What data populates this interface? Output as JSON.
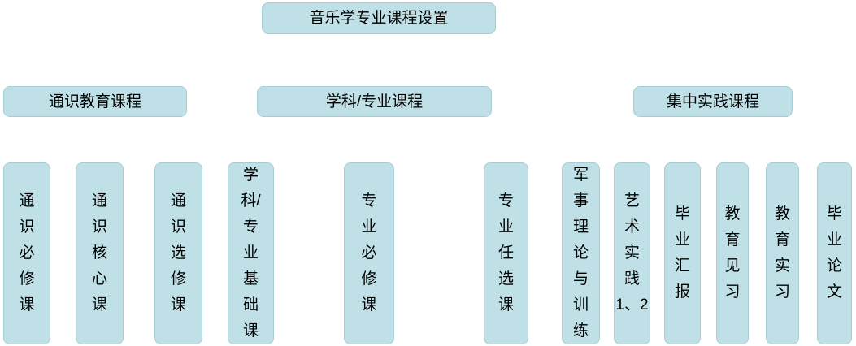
{
  "root": {
    "label": "音乐学专业课程设置"
  },
  "groups": [
    {
      "label": "通识教育课程"
    },
    {
      "label": "学科/专业课程"
    },
    {
      "label": "集中实践课程"
    }
  ],
  "leaves": [
    {
      "label": "通识必修课",
      "lines": [
        "通",
        "识",
        "必",
        "修",
        "课"
      ]
    },
    {
      "label": "通识核心课",
      "lines": [
        "通",
        "识",
        "核",
        "心",
        "课"
      ]
    },
    {
      "label": "通识选修课",
      "lines": [
        "通",
        "识",
        "选",
        "修",
        "课"
      ]
    },
    {
      "label": "学科/专业基础课",
      "lines": [
        "学",
        "科/",
        "专",
        "业",
        "基",
        "础",
        "课"
      ]
    },
    {
      "label": "专业必修课",
      "lines": [
        "专",
        "业",
        "必",
        "修",
        "课"
      ]
    },
    {
      "label": "专业任选课",
      "lines": [
        "专",
        "业",
        "任",
        "选",
        "课"
      ]
    },
    {
      "label": "军事理论与训练",
      "lines": [
        "军",
        "事",
        "理",
        "论",
        "与",
        "训",
        "练"
      ]
    },
    {
      "label": "艺术实践1、2",
      "lines": [
        "艺",
        "术",
        "实",
        "践",
        "1、2"
      ]
    },
    {
      "label": "毕业汇报",
      "lines": [
        "毕",
        "业",
        "汇",
        "报"
      ]
    },
    {
      "label": "教育见习",
      "lines": [
        "教",
        "育",
        "见",
        "习"
      ]
    },
    {
      "label": "教育实习",
      "lines": [
        "教",
        "育",
        "实",
        "习"
      ]
    },
    {
      "label": "毕业论文",
      "lines": [
        "毕",
        "业",
        "论",
        "文"
      ]
    }
  ],
  "colors": {
    "box_fill": "#bfe0e6",
    "box_border": "#a6cdd5",
    "text": "#000000",
    "background": "#ffffff"
  }
}
